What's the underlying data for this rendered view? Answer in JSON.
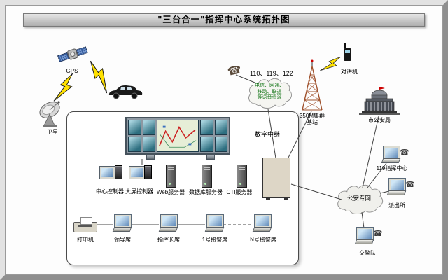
{
  "title": "\"三台合一\"指挥中心系统拓扑图",
  "icons": {
    "telephone": "☎"
  },
  "colors": {
    "lightning": "#ffe100",
    "line": "#444444",
    "cloud_text_green": "#17771a"
  },
  "outside": {
    "gps_label": "GPS",
    "satellite_label": "卫星",
    "call_numbers_label": "110、119、122",
    "voice_cloud_lines": [
      "电信、网通、",
      "移动、联通",
      "等语音资源"
    ],
    "digital_trunk_label": "数字中继",
    "base_station_lines": [
      "350M集群",
      "基站"
    ],
    "walkie_talkie_label": "对讲机",
    "city_bureau_label": "市公安局",
    "center_119_label": "119指挥中心",
    "police_network_label": "公安专网",
    "police_station_label": "派出所",
    "traffic_police_label": "交警队"
  },
  "command_center": {
    "center_controller_label": "中心控制器",
    "screen_controller_label": "大屏控制器",
    "web_server_label": "Web服务器",
    "db_server_label": "数据库服务器",
    "cti_server_label": "CTI服务器",
    "printer_label": "打印机",
    "leader_seat_label": "领导席",
    "commander_seat_label": "指挥长席",
    "seat1_label": "1号接警席",
    "seatN_label": "N号接警席"
  }
}
